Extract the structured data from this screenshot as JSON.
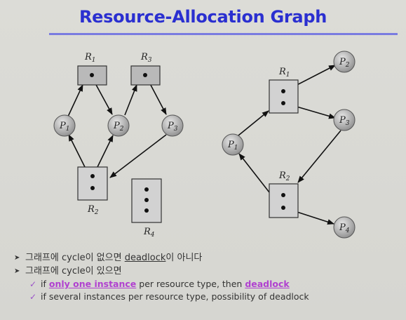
{
  "title": "Resource-Allocation Graph",
  "left_graph": {
    "resources": [
      {
        "name": "R",
        "sub": "1"
      },
      {
        "name": "R",
        "sub": "3"
      },
      {
        "name": "R",
        "sub": "2"
      },
      {
        "name": "R",
        "sub": "4"
      }
    ],
    "processes": [
      {
        "name": "P",
        "sub": "1"
      },
      {
        "name": "P",
        "sub": "2"
      },
      {
        "name": "P",
        "sub": "3"
      }
    ]
  },
  "right_graph": {
    "resources": [
      {
        "name": "R",
        "sub": "1"
      },
      {
        "name": "R",
        "sub": "2"
      }
    ],
    "processes": [
      {
        "name": "P",
        "sub": "1"
      },
      {
        "name": "P",
        "sub": "2"
      },
      {
        "name": "P",
        "sub": "3"
      },
      {
        "name": "P",
        "sub": "4"
      }
    ]
  },
  "bullets": {
    "line1_pre": "그래프에 cycle이 없으면 ",
    "line1_link": "deadlock",
    "line1_post": "이 아니다",
    "line2": "그래프에 cycle이 있으면",
    "sub1_pre": "if ",
    "sub1_hl": "only one instance",
    "sub1_mid": " per resource type, then ",
    "sub1_hl2": "deadlock",
    "sub2": "if several instances per resource type, possibility of deadlock"
  }
}
